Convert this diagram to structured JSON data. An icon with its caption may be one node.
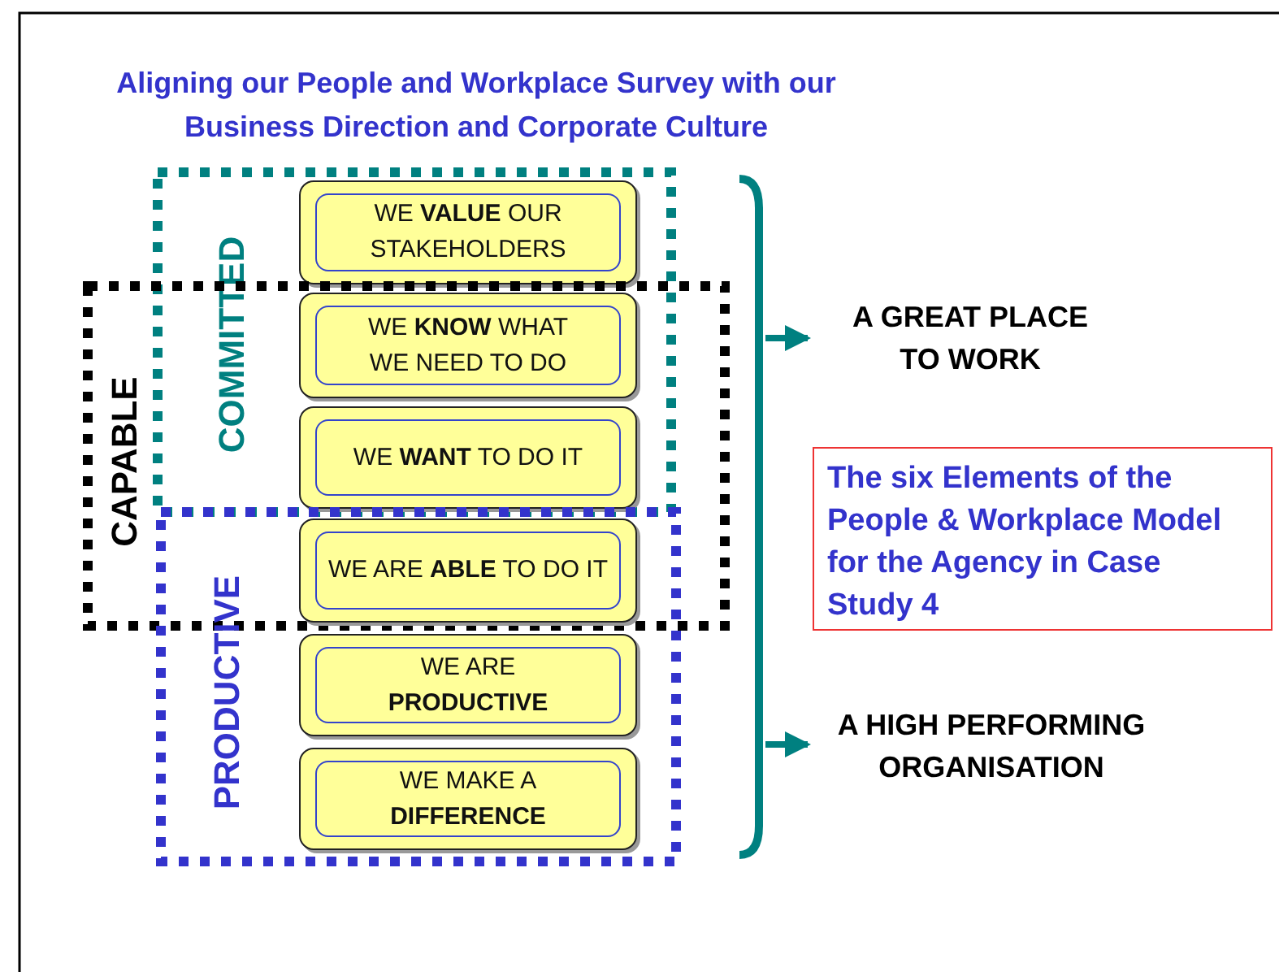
{
  "diagram": {
    "title": "Aligning our People and Workplace Survey with our Business Direction and Corporate Culture",
    "nodes": [
      {
        "text": [
          "COMMITTED"
        ]
      },
      {
        "text": [
          "WE **VALUE** OUR STAKEHOLDERS"
        ],
        "in": 0
      },
      {
        "text": [
          "CAPABLE"
        ]
      },
      {
        "text": [
          "WE **KNOW** WHAT WE NEED TO DO"
        ]
      },
      {
        "text": [
          "WE **WANT** TO DO IT"
        ]
      },
      {
        "text": [
          "PRODUCTIVE"
        ]
      },
      {
        "text": [
          "WE ARE **ABLE** TO DO IT"
        ]
      },
      {
        "text": [
          "WE ARE **PRODUCTIVE**"
        ],
        "in": 5
      },
      {
        "text": [
          "WE MAKE A **DIFFERENCE**"
        ],
        "in": 5
      },
      {
        "text": [],
        "shape": "bracket"
      },
      {
        "text": [
          "A GREAT PLACE TO WORK"
        ]
      },
      {
        "text": [
          "A HIGH PERFORMING ORGANISATION"
        ]
      },
      {
        "text": [
          "The six Elements of the People & Workplace Model for the Agency in Case Study 4"
        ]
      }
    ],
    "edges": [
      {
        "from": 9,
        "to": 10,
        "arrow": "to"
      },
      {
        "from": 9,
        "to": 11,
        "arrow": "to"
      }
    ]
  }
}
